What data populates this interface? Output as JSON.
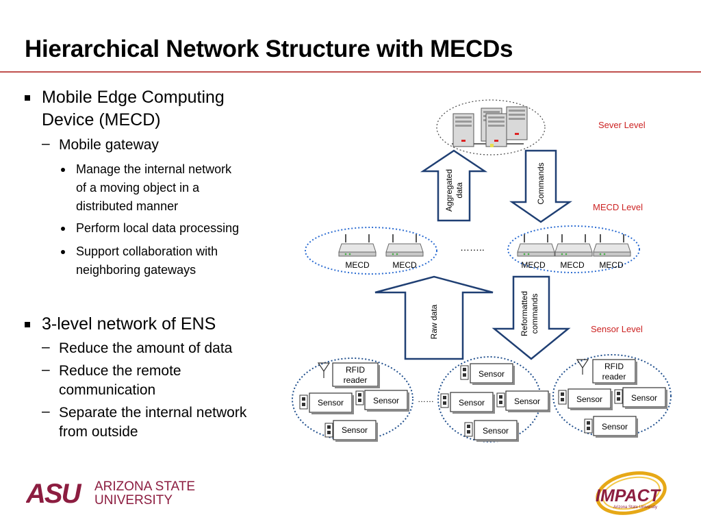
{
  "title": "Hierarchical Network Structure with MECDs",
  "bullets": {
    "b1": {
      "line1": "Mobile Edge Computing",
      "line2": "Device (MECD)"
    },
    "b1_sub": "Mobile gateway",
    "b1_items": [
      {
        "line1": "Manage the internal network",
        "line2": "of a moving object in a",
        "line3": "distributed manner"
      },
      {
        "line1": "Perform local data processing"
      },
      {
        "line1": "Support collaboration with",
        "line2": "neighboring gateways"
      }
    ],
    "b2": "3-level network of ENS",
    "b2_subs": [
      {
        "line1": "Reduce the amount of data"
      },
      {
        "line1": "Reduce the remote",
        "line2": "communication"
      },
      {
        "line1": "Separate the internal network",
        "line2": "from outside"
      }
    ]
  },
  "diagram": {
    "levels": {
      "server": "Sever Level",
      "mecd": "MECD Level",
      "sensor": "Sensor Level"
    },
    "arrows": {
      "aggregated": {
        "line1": "Aggregated",
        "line2": "data"
      },
      "commands": "Commands",
      "raw": "Raw data",
      "reformatted": {
        "line1": "Reformatted",
        "line2": "commands"
      }
    },
    "mecd_label": "MECD",
    "sensor_label": "Sensor",
    "rfid": {
      "line1": "RFID",
      "line2": "reader"
    },
    "ellipsis_mid": "……..",
    "ellipsis_low": "……"
  },
  "footer": {
    "asu_mark": "ASU",
    "asu_line1": "ARIZONA STATE",
    "asu_line2": "UNIVERSITY",
    "impact": "IMPACT",
    "impact_sub": "Arizona State University"
  },
  "colors": {
    "title_rule": "#c0504d",
    "level_text": "#cc2222",
    "arrow_stroke": "#1f3f73",
    "arrow_fill": "#ffffff",
    "group_border": "#1f4e8c",
    "asu_maroon": "#8c1d40",
    "impact_gold": "#e6a817"
  }
}
